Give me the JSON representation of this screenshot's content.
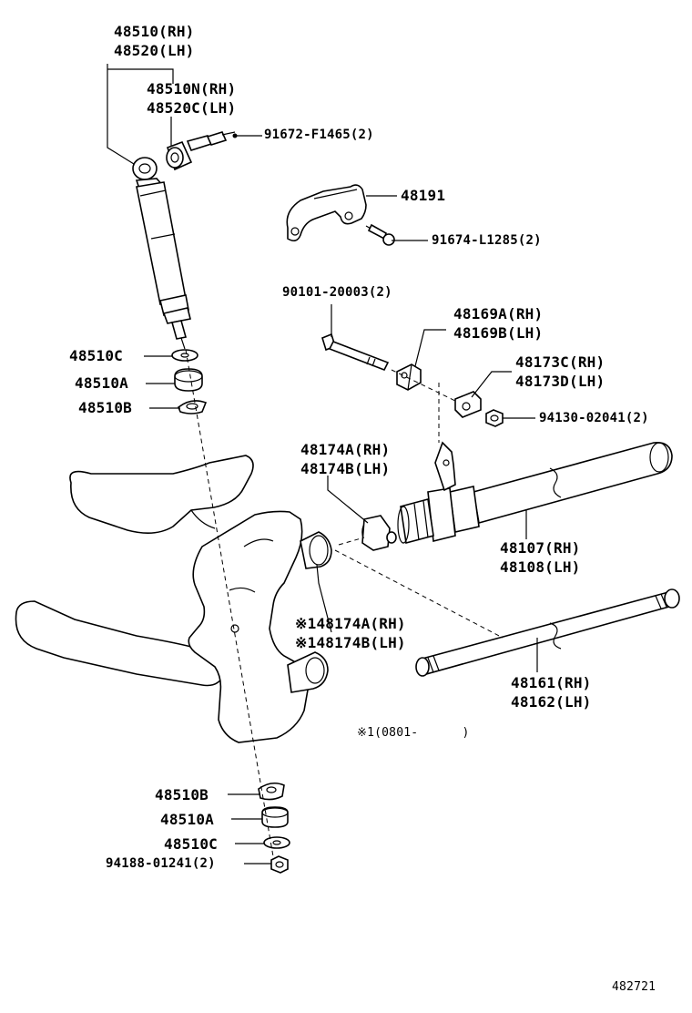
{
  "labels": {
    "shock_rh": "48510(RH)",
    "shock_lh": "48520(LH)",
    "bushing_rh": "48510N(RH)",
    "bushing_lh": "48520C(LH)",
    "bolt_top": "91672-F1465(2)",
    "bracket": "48191",
    "bracket_bolt": "91674-L1285(2)",
    "long_bolt": "90101-20003(2)",
    "clamp_a": "48169A(RH)",
    "clamp_b": "48169B(LH)",
    "plate_c": "48173C(RH)",
    "plate_d": "48173D(LH)",
    "nut": "94130-02041(2)",
    "washer_c_top": "48510C",
    "cushion_a_top": "48510A",
    "retainer_b_top": "48510B",
    "bearing_a": "48174A(RH)",
    "bearing_b": "48174B(LH)",
    "housing_rh": "48107(RH)",
    "housing_lh": "48108(LH)",
    "seal_a": "※148174A(RH)",
    "seal_b": "※148174B(LH)",
    "shaft_rh": "48161(RH)",
    "shaft_lh": "48162(LH)",
    "footnote": "※1(0801-      )",
    "retainer_b_bot": "48510B",
    "cushion_a_bot": "48510A",
    "washer_c_bot": "48510C",
    "nut_bot": "94188-01241(2)",
    "figure_id": "482721"
  },
  "colors": {
    "line": "#000000",
    "background": "#ffffff"
  }
}
